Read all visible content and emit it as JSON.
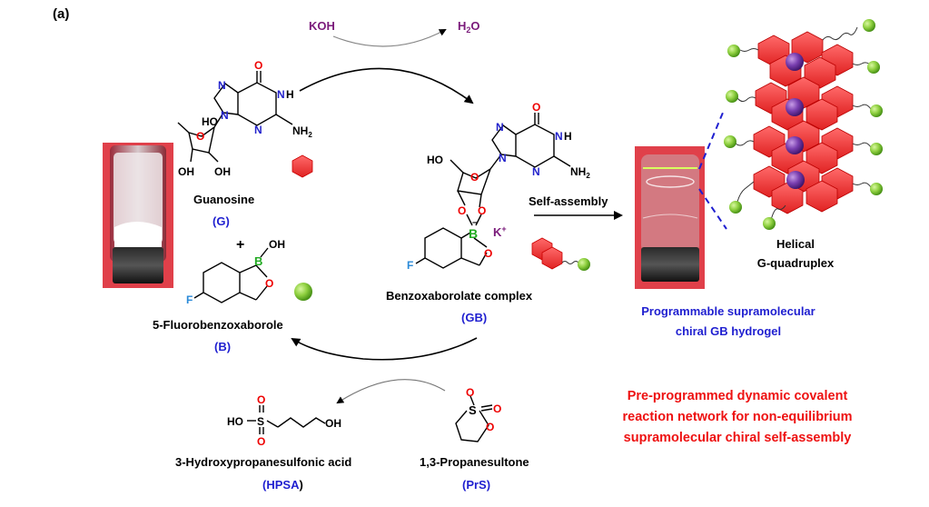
{
  "panel_label": "(a)",
  "reagents": {
    "koh": "KOH",
    "h2o_main": "H",
    "h2o_sub": "2",
    "h2o_end": "O"
  },
  "guanosine": {
    "name": "Guanosine",
    "abbr": "(G)",
    "atoms": {
      "ho": "HO",
      "oh_a": "OH",
      "oh_b": "OH",
      "o_ring": "O",
      "n7": "N",
      "n9": "N",
      "n3": "N",
      "nh": "N",
      "h": "H",
      "nh2": "NH",
      "nh2_sub": "2",
      "o6": "O"
    }
  },
  "plus": "+",
  "benzoxaborole": {
    "name": "5-Fluorobenzoxaborole",
    "abbr": "(B)",
    "atoms": {
      "oh": "OH",
      "b": "B",
      "o": "O",
      "f": "F"
    }
  },
  "complex": {
    "name": "Benzoxaborolate complex",
    "abbr": "(GB)",
    "atoms": {
      "ho": "HO",
      "o_ring": "O",
      "o_a": "O",
      "o_b": "O",
      "b": "B",
      "minus": "–",
      "k": "K",
      "k_sup": "+",
      "o_c": "O",
      "f": "F",
      "n7": "N",
      "n9": "N",
      "n3": "N",
      "nh": "N",
      "h": "H",
      "nh2": "NH",
      "nh2_sub": "2",
      "o6": "O"
    }
  },
  "self_assembly": "Self-assembly",
  "quadruplex": {
    "line1": "Helical",
    "line2": "G-quadruplex"
  },
  "hydrogel": {
    "line1": "Programmable supramolecular",
    "line2": "chiral GB hydrogel"
  },
  "network": {
    "line1": "Pre-programmed dynamic covalent",
    "line2": "reaction network for non-equilibrium",
    "line3": "supramolecular chiral self-assembly"
  },
  "hpsa": {
    "name": "3-Hydroxypropanesulfonic acid",
    "abbr_open": "(",
    "abbr": "HPSA",
    "abbr_close": ")",
    "atoms": {
      "ho": "HO",
      "s": "S",
      "o_top": "O",
      "o_bot": "O",
      "oh": "OH"
    }
  },
  "prs": {
    "name": "1,3-Propanesultone",
    "abbr": "(PrS)",
    "atoms": {
      "s": "S",
      "o1": "O",
      "o2": "O",
      "o3": "O"
    }
  },
  "colors": {
    "blue_label": "#1f1fd0",
    "red_text": "#ee1111",
    "purple": "#7a1a7a",
    "nitrogen": "#2222cc",
    "oxygen": "#ee0000",
    "boron": "#22aa22",
    "fluorine": "#2a8ad8",
    "hexagon": "#f03a3a",
    "sphere": "#7cc832",
    "photo_frame": "#e0404a"
  },
  "icons": [
    "red-hexagon-icon",
    "green-sphere-icon",
    "guanosine-boronate-icon",
    "vial-photo",
    "helical-quadruplex-icon"
  ]
}
